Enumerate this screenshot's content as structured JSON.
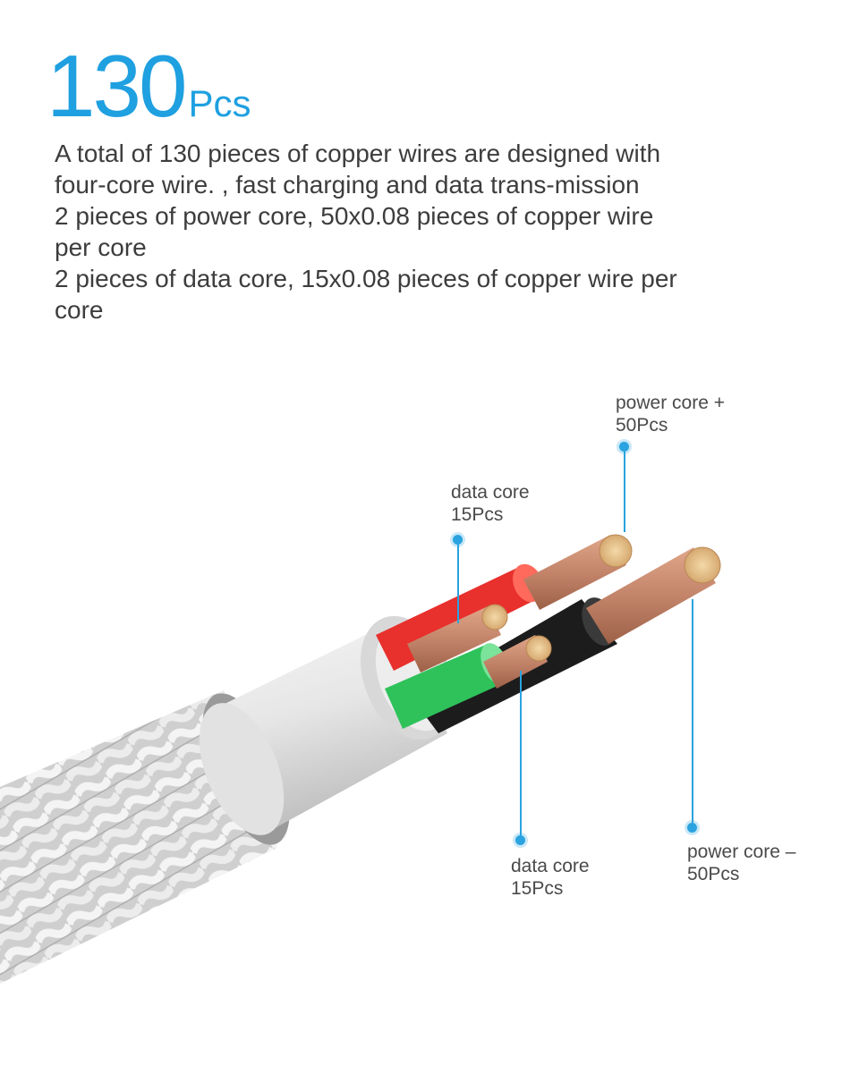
{
  "headline": {
    "number": "130",
    "unit": "Pcs"
  },
  "description": [
    "A total of 130 pieces of copper wires are designed with four-core wire. , fast charging and data trans-mission",
    "2 pieces of power core, 50x0.08 pieces of copper wire per core",
    "2 pieces of data core, 15x0.08 pieces of copper wire per core"
  ],
  "callouts": {
    "power_plus": {
      "line1": "power core +",
      "line2": "50Pcs"
    },
    "data_top": {
      "line1": "data core",
      "line2": "15Pcs"
    },
    "data_bottom": {
      "line1": "data core",
      "line2": "15Pcs"
    },
    "power_minus": {
      "line1": "power core –",
      "line2": "50Pcs"
    }
  },
  "colors": {
    "accent": "#1fa0e0",
    "core_red": "#e8302c",
    "core_green": "#2fc25b",
    "core_black": "#1c1c1c",
    "copper": "#c98a6a",
    "braid": "#d9d9d9"
  }
}
